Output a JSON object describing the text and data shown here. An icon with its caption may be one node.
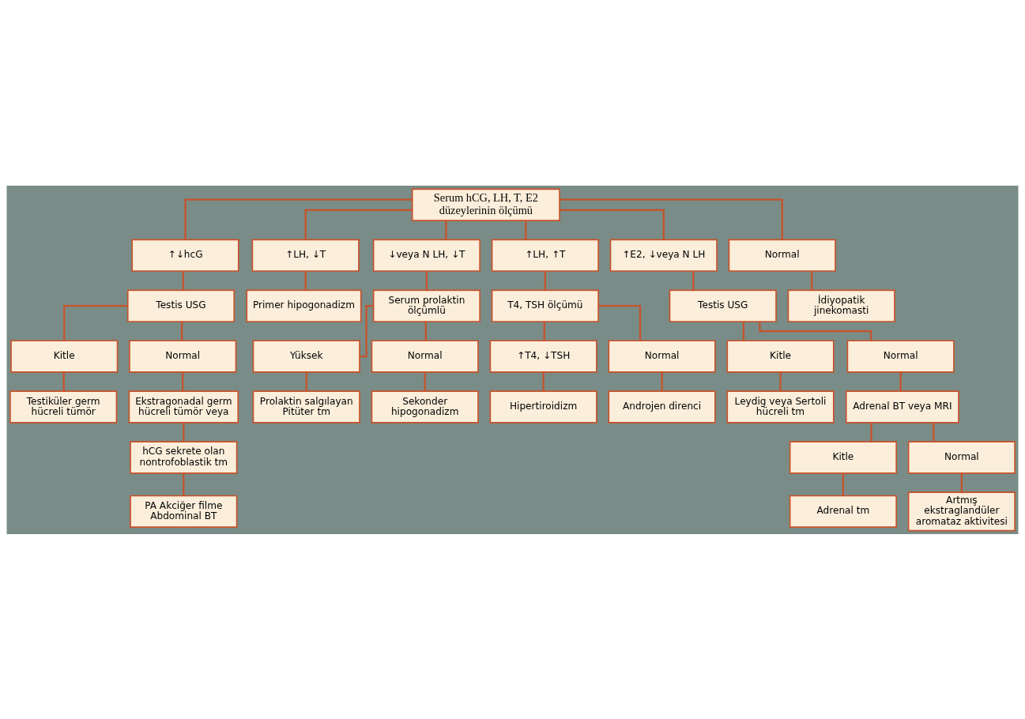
{
  "diagram": {
    "nodes": [
      {
        "text": [
          "Serum hCG, LH, T, E2 düzeylerinin ölçümü"
        ]
      },
      {
        "text": [
          "↑↓hcG"
        ]
      },
      {
        "text": [
          "↑LH, ↓T"
        ]
      },
      {
        "text": [
          "↓veya N LH, ↓T"
        ]
      },
      {
        "text": [
          "↑LH, ↑T"
        ]
      },
      {
        "text": [
          "↑E2, ↓veya N LH"
        ]
      },
      {
        "text": [
          "Normal"
        ]
      },
      {
        "text": [
          "Testis USG"
        ]
      },
      {
        "text": [
          "Primer hipogonadizm"
        ]
      },
      {
        "text": [
          "Serum prolaktin ölçümlü"
        ]
      },
      {
        "text": [
          "T4, TSH ölçümü"
        ]
      },
      {
        "text": [
          "Testis USG"
        ]
      },
      {
        "text": [
          "İdiyopatik jinekomasti"
        ]
      },
      {
        "text": [
          "Kitle"
        ]
      },
      {
        "text": [
          "Testiküler germ hücreli tümör"
        ]
      },
      {
        "text": [
          "Normal"
        ]
      },
      {
        "text": [
          "Ekstragonadal germ hücreli tümör veya"
        ]
      },
      {
        "text": [
          "hCG sekrete olan nontrofoblastik tm"
        ]
      },
      {
        "text": [
          "PA Akciğer filme Abdominal BT"
        ]
      },
      {
        "text": [
          "Yüksek"
        ]
      },
      {
        "text": [
          "Prolaktin salgılayan Pitüter tm"
        ]
      },
      {
        "text": [
          "Normal"
        ]
      },
      {
        "text": [
          "Sekonder hipogonadizm"
        ]
      },
      {
        "text": [
          "↑T4, ↓TSH"
        ]
      },
      {
        "text": [
          "Hipertiroidizm"
        ]
      },
      {
        "text": [
          "Normal"
        ]
      },
      {
        "text": [
          "Androjen direnci"
        ]
      },
      {
        "text": [
          "Kitle"
        ]
      },
      {
        "text": [
          "Leydig veya Sertoli hücreli tm"
        ]
      },
      {
        "text": [
          "Normal"
        ]
      },
      {
        "text": [
          "Adrenal BT veya MRI"
        ]
      },
      {
        "text": [
          "Kitle"
        ]
      },
      {
        "text": [
          "Adrenal tm"
        ]
      },
      {
        "text": [
          "Normal"
        ]
      },
      {
        "text": [
          "Artmış ekstraglandüler aromataz aktivitesi"
        ]
      }
    ],
    "edges": [
      {
        "from": 0,
        "to": 1,
        "arrow": "none"
      },
      {
        "from": 0,
        "to": 2,
        "arrow": "none"
      },
      {
        "from": 0,
        "to": 3,
        "arrow": "none"
      },
      {
        "from": 0,
        "to": 4,
        "arrow": "none"
      },
      {
        "from": 0,
        "to": 5,
        "arrow": "none"
      },
      {
        "from": 0,
        "to": 6,
        "arrow": "none"
      },
      {
        "from": 1,
        "to": 7,
        "arrow": "none"
      },
      {
        "from": 2,
        "to": 8,
        "arrow": "none"
      },
      {
        "from": 3,
        "to": 9,
        "arrow": "none"
      },
      {
        "from": 4,
        "to": 10,
        "arrow": "none"
      },
      {
        "from": 5,
        "to": 11,
        "arrow": "none"
      },
      {
        "from": 6,
        "to": 12,
        "arrow": "none"
      },
      {
        "from": 7,
        "to": 13,
        "arrow": "none"
      },
      {
        "from": 13,
        "to": 14,
        "arrow": "none"
      },
      {
        "from": 7,
        "to": 15,
        "arrow": "none"
      },
      {
        "from": 15,
        "to": 16,
        "arrow": "none"
      },
      {
        "from": 16,
        "to": 17,
        "arrow": "none"
      },
      {
        "from": 17,
        "to": 18,
        "arrow": "none"
      },
      {
        "from": 9,
        "to": 19,
        "arrow": "none"
      },
      {
        "from": 19,
        "to": 20,
        "arrow": "none"
      },
      {
        "from": 9,
        "to": 21,
        "arrow": "none"
      },
      {
        "from": 21,
        "to": 22,
        "arrow": "none"
      },
      {
        "from": 10,
        "to": 23,
        "arrow": "none"
      },
      {
        "from": 23,
        "to": 24,
        "arrow": "none"
      },
      {
        "from": 10,
        "to": 25,
        "arrow": "none"
      },
      {
        "from": 25,
        "to": 26,
        "arrow": "none"
      },
      {
        "from": 11,
        "to": 27,
        "arrow": "none"
      },
      {
        "from": 27,
        "to": 28,
        "arrow": "none"
      },
      {
        "from": 11,
        "to": 29,
        "arrow": "none"
      },
      {
        "from": 29,
        "to": 30,
        "arrow": "none"
      },
      {
        "from": 30,
        "to": 31,
        "arrow": "none"
      },
      {
        "from": 31,
        "to": 32,
        "arrow": "none"
      },
      {
        "from": 30,
        "to": 33,
        "arrow": "none"
      },
      {
        "from": 33,
        "to": 34,
        "arrow": "none"
      }
    ]
  }
}
